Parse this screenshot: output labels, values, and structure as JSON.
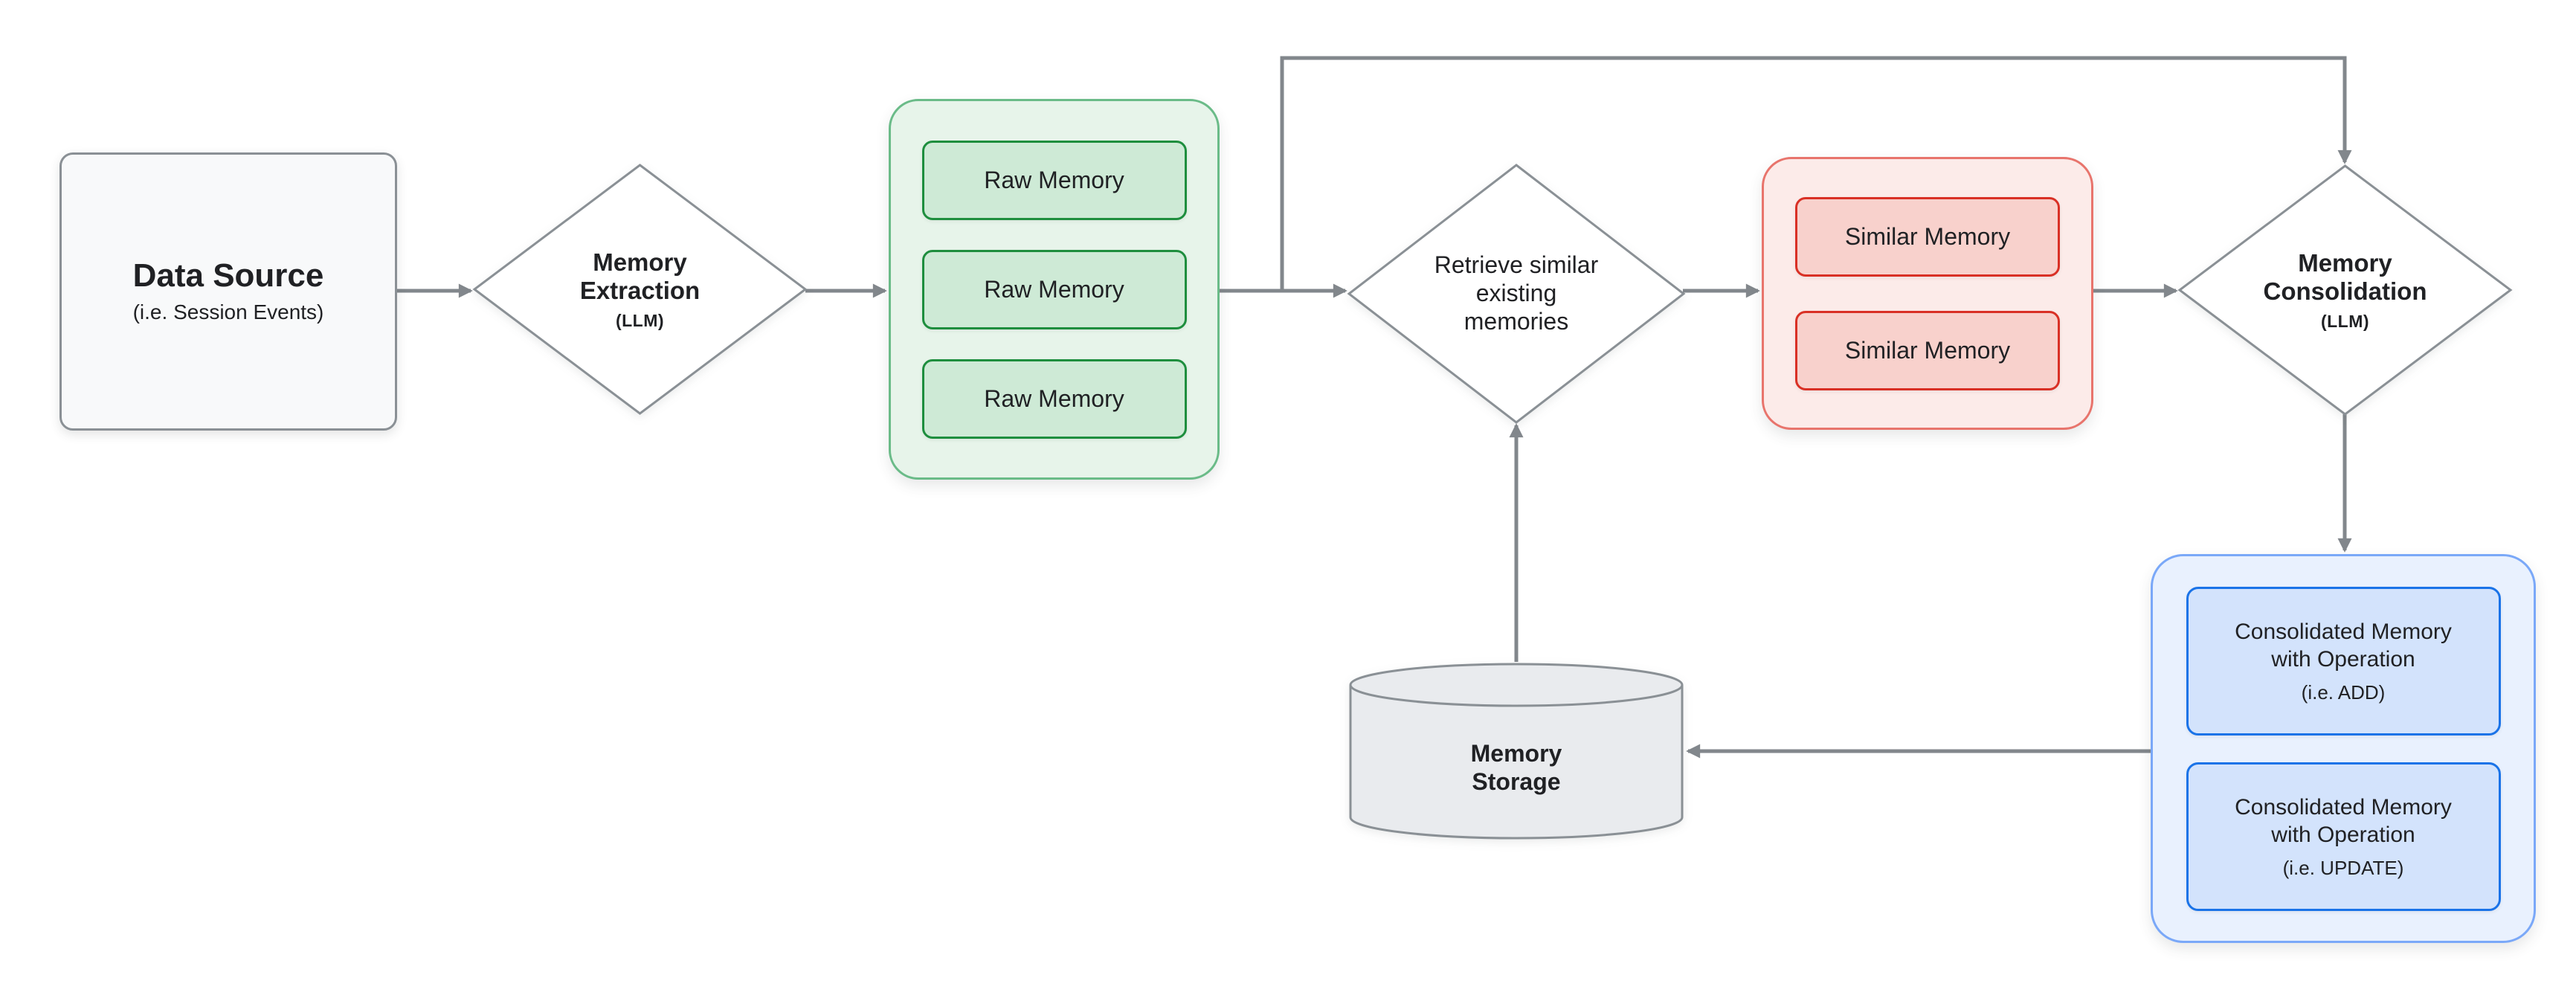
{
  "nodes": {
    "data_source": {
      "title": "Data Source",
      "subtitle": "(i.e. Session Events)"
    },
    "memory_extraction": {
      "title": "Memory Extraction",
      "subtitle": "(LLM)"
    },
    "raw_memory_group": {
      "items": [
        "Raw Memory",
        "Raw Memory",
        "Raw Memory"
      ]
    },
    "retrieve": {
      "lines": [
        "Retrieve similar",
        "existing",
        "memories"
      ]
    },
    "similar_memory_group": {
      "items": [
        "Similar Memory",
        "Similar Memory"
      ]
    },
    "memory_consolidation": {
      "title": "Memory Consolidation",
      "subtitle": "(LLM)"
    },
    "consolidated_group": {
      "items": [
        {
          "title": "Consolidated Memory with Operation",
          "subtitle": "(i.e. ADD)"
        },
        {
          "title": "Consolidated Memory with Operation",
          "subtitle": "(i.e. UPDATE)"
        }
      ]
    },
    "memory_storage": {
      "title": "Memory Storage"
    }
  },
  "palette": {
    "arrow_gray": "#82878c",
    "outline_gray": "#8a9095",
    "text_dark": "#202124",
    "datasource_bg": "#f8f9fa",
    "green_bg": "#e7f4ea",
    "green_border": "#6abb88",
    "green_card_bg": "#ceead6",
    "green_card_border": "#1e8e3e",
    "red_bg": "#fcebe9",
    "red_border": "#e8746c",
    "red_card_bg": "#f8d1cc",
    "red_card_border": "#d93025",
    "blue_bg": "#e9f1fe",
    "blue_border": "#7aa8f8",
    "blue_card_bg": "#d3e3fc",
    "blue_card_border": "#1a73e8",
    "storage_bg": "#e9ebee"
  }
}
